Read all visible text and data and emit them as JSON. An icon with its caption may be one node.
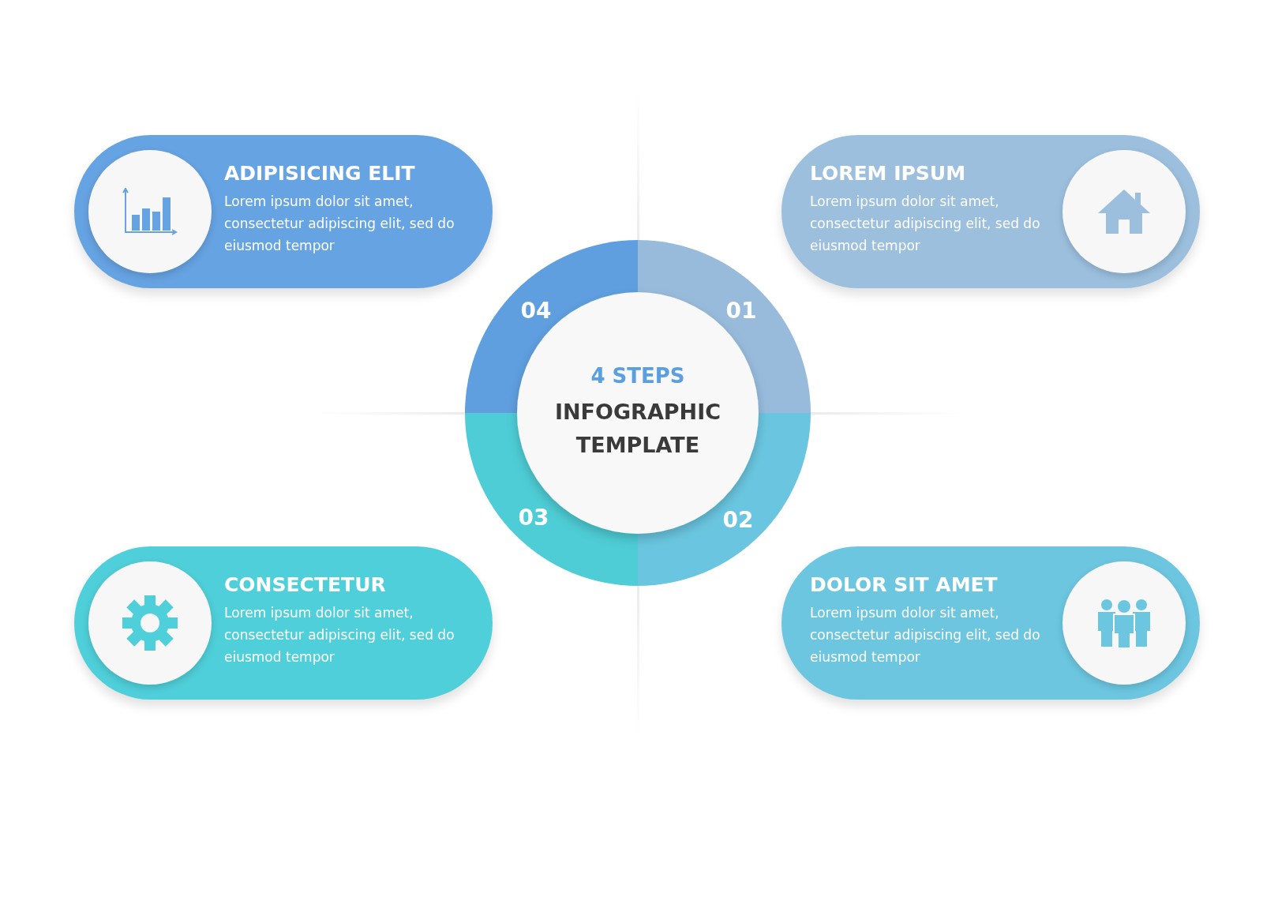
{
  "diagram": {
    "nodes": [
      {
        "text": [
          "ADIPISICING ELIT",
          "Lorem ipsum dolor sit amet, consectetur adipiscing elit, sed do eiusmod tempor"
        ]
      },
      {
        "text": [
          "LOREM IPSUM",
          "Lorem ipsum dolor sit amet, consectetur adipiscing elit, sed do eiusmod tempor"
        ]
      },
      {
        "text": [
          "04",
          "01",
          "4 STEPS",
          "INFOGRAPHIC TEMPLATE",
          "03",
          "02"
        ]
      },
      {
        "text": [
          "CONSECTETUR",
          "Lorem ipsum dolor sit amet, consectetur adipiscing elit, sed do eiusmod tempor"
        ]
      },
      {
        "text": [
          "DOLOR SIT AMET",
          "Lorem ipsum dolor sit amet, consectetur adipiscing elit, sed do eiusmod tempor"
        ]
      }
    ]
  }
}
